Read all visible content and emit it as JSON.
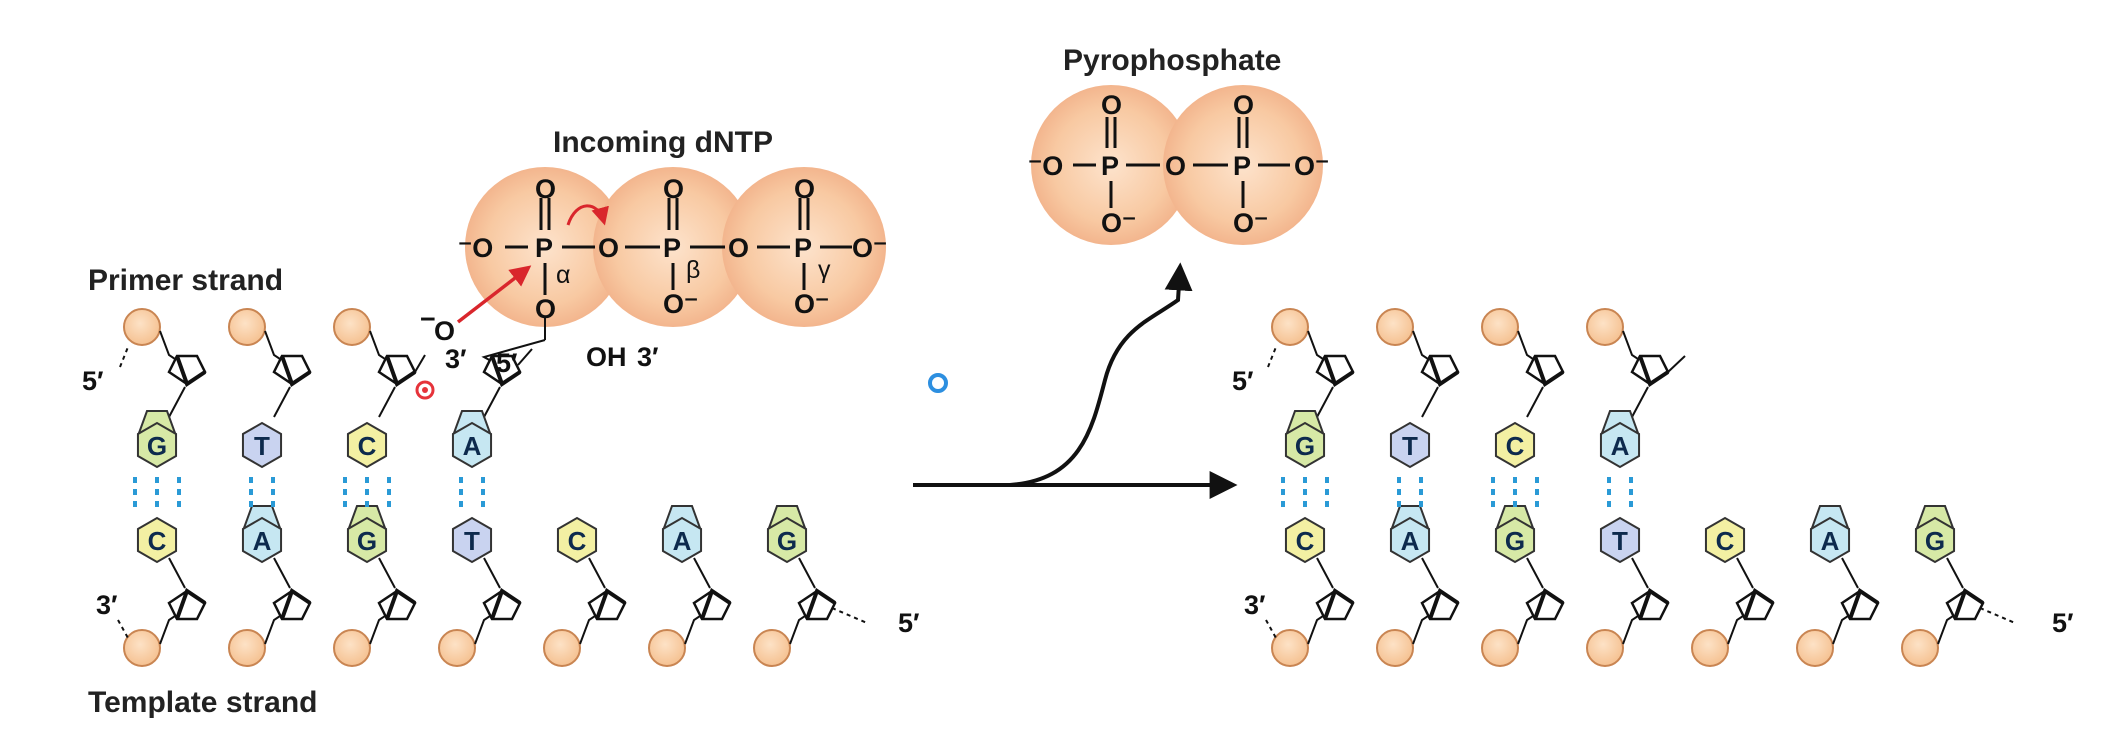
{
  "labels": {
    "primer_strand": "Primer strand",
    "template_strand": "Template strand",
    "incoming_dntp": "Incoming dNTP",
    "pyrophosphate": "Pyrophosphate",
    "five_prime": "5′",
    "three_prime": "3′",
    "oh": "OH",
    "o": "O",
    "p": "P",
    "o_minus": "O⁻",
    "minus_o": "⁻O",
    "alpha": "α",
    "beta": "β",
    "gamma": "γ"
  },
  "left_panel": {
    "primer_bases": [
      "G",
      "T",
      "C"
    ],
    "incoming_base": "A",
    "template_bases": [
      "C",
      "A",
      "G",
      "T",
      "C",
      "A",
      "G"
    ]
  },
  "right_panel": {
    "primer_bases": [
      "G",
      "T",
      "C",
      "A"
    ],
    "template_bases": [
      "C",
      "A",
      "G",
      "T",
      "C",
      "A",
      "G"
    ]
  },
  "colors": {
    "phosphate": "#f7c79a",
    "phosphate_edge": "#e8a070",
    "bond_dash": "#2a9ad6",
    "arrow_red": "#d9262c",
    "G": "#d7e9a6",
    "C": "#f3f0a3",
    "T": "#c9d3f0",
    "A": "#c6e7f2"
  }
}
